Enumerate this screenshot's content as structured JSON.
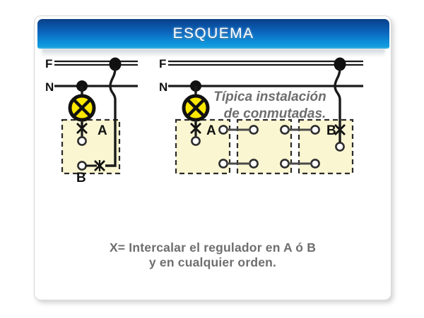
{
  "header": {
    "title": "ESQUEMA",
    "gradient_top": "#0a3f86",
    "gradient_bottom": "#13a4e3",
    "text_color": "#ffffff"
  },
  "card": {
    "background": "#ffffff",
    "border_color": "#d8d8d8"
  },
  "diagram": {
    "colors": {
      "wire": "#1a1a1a",
      "lamp_fill": "#ffe800",
      "lamp_stroke": "#111111",
      "box_fill": "#faf6d2",
      "box_dash": "#2b2b2b",
      "terminal_fill": "#ffffff",
      "terminal_stroke": "#333333",
      "note_text": "#6e6e6e",
      "label_text": "#111111"
    },
    "note": {
      "line1": "Típica instalación",
      "line2": "de conmutadas."
    },
    "left_circuit": {
      "rail_f_label": "F",
      "rail_n_label": "N",
      "terminal_a_label": "A",
      "terminal_b_label": "B"
    },
    "right_circuit": {
      "rail_f_label": "F",
      "rail_n_label": "N",
      "terminal_a_label": "A",
      "terminal_b_label": "B"
    }
  },
  "caption": {
    "line1": "X= Intercalar el regulador en A ó B",
    "line2": "y en cualquier orden."
  }
}
